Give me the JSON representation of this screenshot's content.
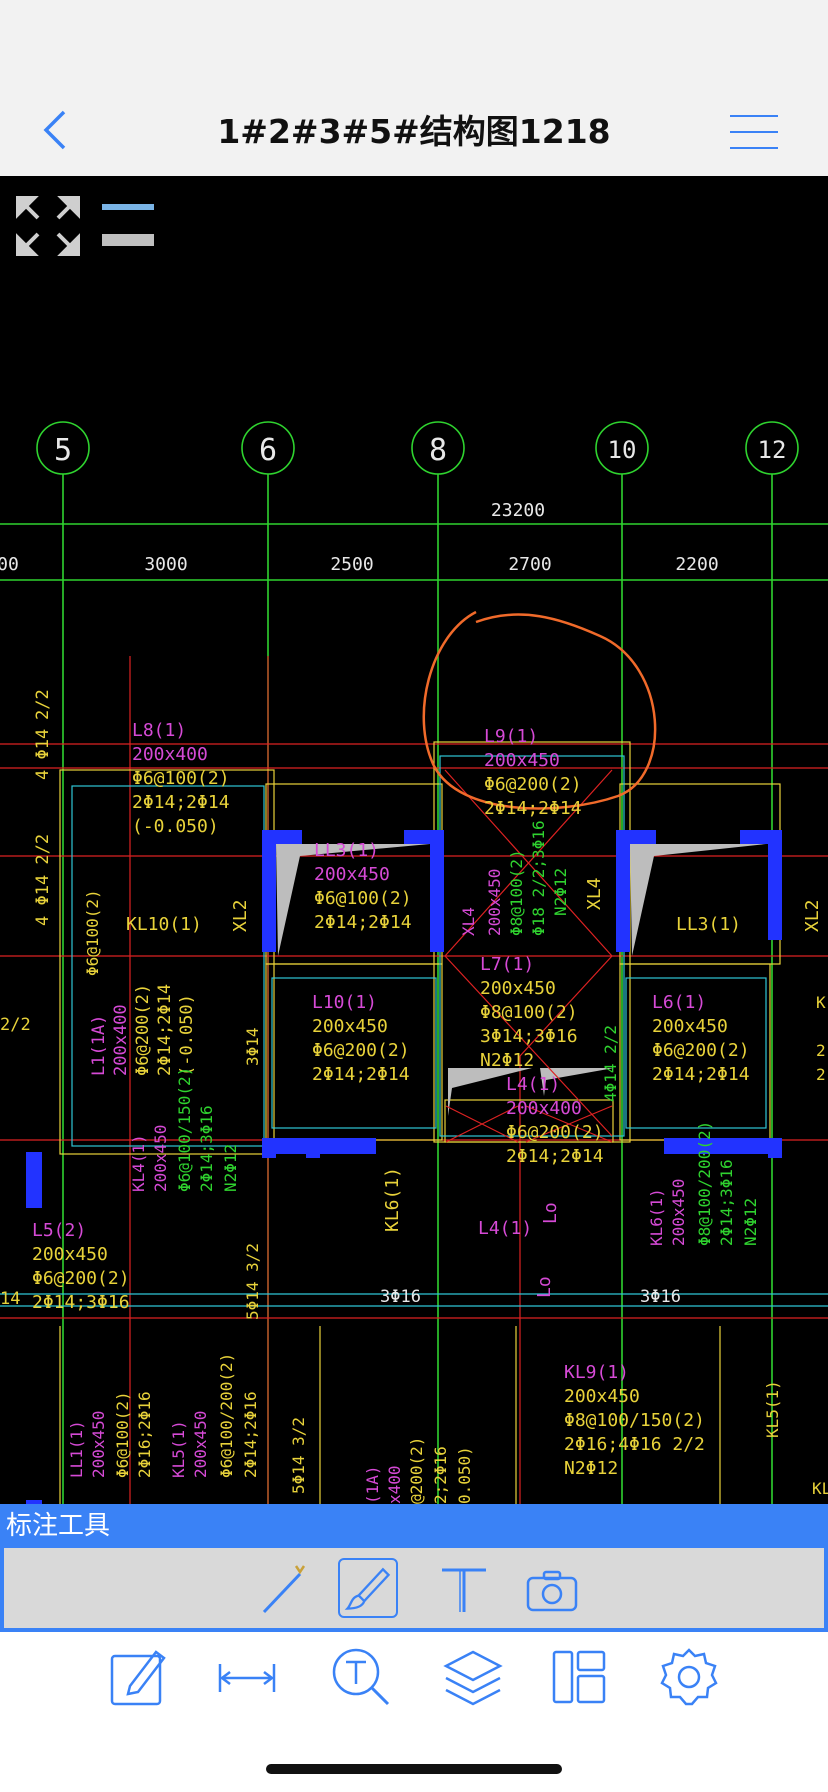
{
  "header": {
    "title": "1#2#3#5#结构图1218",
    "back_icon": "chevron-left-icon",
    "menu_icon": "hamburger-menu-icon",
    "accent": "#3a82f6"
  },
  "drawing": {
    "axis_labels": [
      "5",
      "6",
      "8",
      "10",
      "12"
    ],
    "total_dimension": "23200",
    "dimensions": [
      "00",
      "3000",
      "2500",
      "2700",
      "2200"
    ],
    "left_labels": [
      "2/2",
      "4 Φ14",
      "4 Φ14  2/2",
      "2/2",
      "14"
    ],
    "beams": {
      "l8": [
        "L8(1)",
        "200x400",
        "Φ6@100(2)",
        "2Φ14;2Φ14",
        "(-0.050)"
      ],
      "l9": [
        "L9(1)",
        "200x450",
        "Φ6@200(2)",
        "2Φ14;2Φ14"
      ],
      "ll3a": [
        "LL3(1)",
        "200x450",
        "Φ6@100(2)",
        "2Φ14;2Φ14"
      ],
      "kl10": "KL10(1)",
      "xl2a": "XL2",
      "xl2b": "XL2",
      "ll3b": "LL3(1)",
      "vert_ll": "Φ6@100(2)",
      "l1": [
        "L1(1A)",
        "200x400",
        "Φ6@200(2)",
        "2Φ14;2Φ14",
        "(-0.050)"
      ],
      "l10": [
        "L10(1)",
        "200x450",
        "Φ6@200(2)",
        "2Φ14;2Φ14"
      ],
      "l7": [
        "L7(1)",
        "200x450",
        "Φ8@100(2)",
        "3Φ14;3Φ16",
        "N2Φ12"
      ],
      "l4": [
        "L4(1)",
        "200x400",
        "Φ6@200(2)",
        "2Φ14;2Φ14"
      ],
      "l6": [
        "L6(1)",
        "200x450",
        "Φ6@200(2)",
        "2Φ14;2Φ14"
      ],
      "xl4_center": [
        "XL4",
        "200x450",
        "Φ8@100(2)",
        "Φ18 2/2;3Φ16",
        "N2Φ12"
      ],
      "xl4_right": "XL4",
      "kl4": [
        "KL4(1)",
        "200x450",
        "Φ6@100/150(2)",
        "2Φ14;3Φ16",
        "N2Φ12"
      ],
      "l5": [
        "L5(2)",
        "200x450",
        "Φ6@200(2)",
        "2Φ14;3Φ16"
      ],
      "kl6a": "KL6(1)",
      "kl6b": [
        "KL6(1)",
        "200x450",
        "Φ8@100/200(2)",
        "2Φ14;3Φ16",
        "N2Φ12"
      ],
      "l4b": "L4(1)",
      "lo_a": "Lo",
      "lo_b": "Lo",
      "three_phi16_a": "3Φ16",
      "three_phi16_b": "3Φ16",
      "three_phi14": "3Φ14",
      "five_phi14": "5Φ14  3/2",
      "four_phi14": "4Φ14  2/2",
      "kl9": [
        "KL9(1)",
        "200x450",
        "Φ8@100/150(2)",
        "2Φ16;4Φ16  2/2",
        "N2Φ12"
      ],
      "ll1": [
        "LL1(1)",
        "200x450",
        "Φ6@100(2)",
        "2Φ16;2Φ16"
      ],
      "kl5": [
        "KL5(1)",
        "200x450",
        "Φ6@100/200(2)",
        "2Φ14;2Φ16"
      ],
      "five_phi14b": "5Φ14  3/2",
      "bottom_1a": [
        "(1A)",
        "x400",
        "@200(2)",
        "2;2Φ16",
        "0.050)"
      ],
      "kl5_right": "KL5(1)",
      "kl_far": "KL",
      "right_cut": [
        "K",
        "2(",
        "2"
      ]
    }
  },
  "annotation_tools": {
    "title": "标注工具",
    "tools": [
      {
        "icon": "line-marker-icon"
      },
      {
        "icon": "brush-icon",
        "selected": true
      },
      {
        "icon": "text-tool-icon"
      },
      {
        "icon": "camera-icon"
      }
    ]
  },
  "toolbar": {
    "buttons": [
      {
        "icon": "edit-icon"
      },
      {
        "icon": "measure-icon"
      },
      {
        "icon": "text-search-icon"
      },
      {
        "icon": "layers-icon"
      },
      {
        "icon": "layout-icon"
      },
      {
        "icon": "settings-icon"
      }
    ]
  }
}
